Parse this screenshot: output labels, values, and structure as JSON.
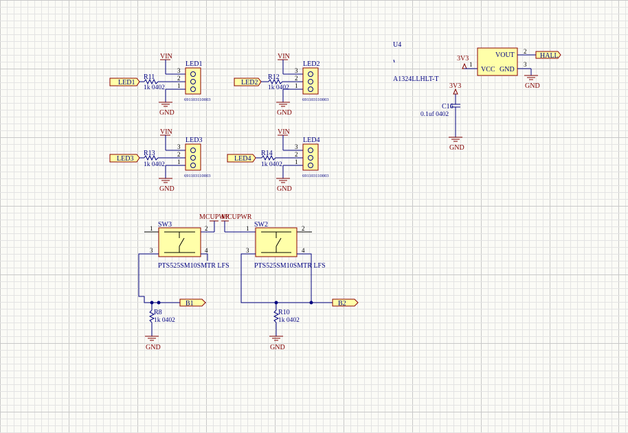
{
  "colors": {
    "wire": "#00007f",
    "power": "#800000",
    "body_fill": "#ffffa9",
    "body_stroke": "#8b0000",
    "grid_minor": "#e3e3e3",
    "grid_major": "#c8c8c8",
    "junction": "#00007f"
  },
  "leds": [
    {
      "ref": "LED1",
      "resistor": "R11",
      "value": "1k 0402",
      "port": "LED1",
      "power": "VIN",
      "ground": "GND",
      "part": "691103110003",
      "pins": [
        "3",
        "2",
        "1"
      ]
    },
    {
      "ref": "LED2",
      "resistor": "R12",
      "value": "1k 0402",
      "port": "LED2",
      "power": "VIN",
      "ground": "GND",
      "part": "691103110003",
      "pins": [
        "3",
        "2",
        "1"
      ]
    },
    {
      "ref": "LED3",
      "resistor": "R13",
      "value": "1k 0402",
      "port": "LED3",
      "power": "VIN",
      "ground": "GND",
      "part": "691103110003",
      "pins": [
        "3",
        "2",
        "1"
      ]
    },
    {
      "ref": "LED4",
      "resistor": "R14",
      "value": "1k 0402",
      "port": "LED4",
      "power": "VIN",
      "ground": "GND",
      "part": "691103110003",
      "pins": [
        "3",
        "2",
        "1"
      ]
    }
  ],
  "hall": {
    "ref": "U4",
    "part": "A1324LLHLT-T",
    "vout": "VOUT",
    "vcc": "VCC",
    "gnd": "GND",
    "pin_vcc": "1",
    "pin_vout": "2",
    "pin_gnd": "3",
    "power": "3V3",
    "port": "HALL",
    "ground": "GND"
  },
  "cap": {
    "ref": "C16",
    "value": "0.1uf 0402",
    "power": "3V3",
    "ground": "GND"
  },
  "switches": [
    {
      "ref": "SW3",
      "part": "PTS525SM10SMTR LFS",
      "pins": [
        "1",
        "2",
        "3",
        "4"
      ],
      "power": "MCUPWR",
      "resistor": "R8",
      "value": "1k 0402",
      "port": "B1",
      "ground": "GND"
    },
    {
      "ref": "SW2",
      "part": "PTS525SM10SMTR LFS",
      "pins": [
        "1",
        "2",
        "3",
        "4"
      ],
      "power": "MCUPWR",
      "resistor": "R10",
      "value": "1k 0402",
      "port": "B2",
      "ground": "GND"
    }
  ]
}
